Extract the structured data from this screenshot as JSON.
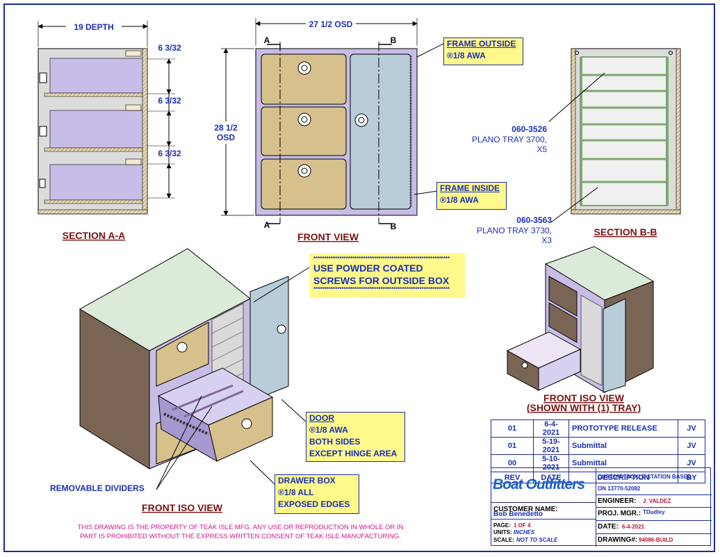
{
  "section_aa": {
    "title": "SECTION A-A",
    "depth_label": "19 DEPTH",
    "spacings": [
      "6 3/32",
      "6 3/32",
      "6 3/32"
    ]
  },
  "front_view": {
    "title": "FRONT VIEW",
    "width_label": "27 1/2 OSD",
    "height_label_1": "28 1/2",
    "height_label_2": "OSD",
    "cut_a": "A",
    "cut_b": "B"
  },
  "section_bb": {
    "title": "SECTION B-B",
    "tray1_part": "060-3526",
    "tray1_line1": "PLANO TRAY 3700,",
    "tray1_line2": "X5",
    "tray2_part": "060-3563",
    "tray2_line1": "PLANO TRAY 3730,",
    "tray2_line2": "X3"
  },
  "notes": {
    "frame_outside_title": "FRAME OUTSIDE",
    "frame_outside_spec": "®1/8 AWA",
    "frame_inside_title": "FRAME INSIDE",
    "frame_inside_spec": "®1/8 AWA",
    "powder_line1": "USE POWDER COATED",
    "powder_line2": "SCREWS FOR OUTSIDE BOX",
    "stars": "***************************************************************",
    "door_title": "DOOR",
    "door_line1": "®1/8 AWA",
    "door_line2": "BOTH SIDES",
    "door_line3": "EXCEPT HINGE AREA",
    "drawer_title": "DRAWER BOX",
    "drawer_line1": "®1/8 ALL",
    "drawer_line2": "EXPOSED EDGES",
    "dividers": "REMOVABLE DIVIDERS"
  },
  "front_iso": {
    "title": "FRONT ISO VIEW"
  },
  "front_iso_tray": {
    "title_line1": "FRONT ISO VIEW",
    "title_line2": "(SHOWN WITH (1) TRAY)"
  },
  "revisions": {
    "headers": [
      "REV",
      "DATE",
      "DESCRIPTION",
      "BY"
    ],
    "rows": [
      [
        "01",
        "6-4-2021",
        "PROTOTYPE RELEASE",
        "JV"
      ],
      [
        "01",
        "5-19-2021",
        "Submittal",
        "JV"
      ],
      [
        "00",
        "5-10-2021",
        "Submittal",
        "JV"
      ]
    ]
  },
  "title_block": {
    "logo": "Boat Outfitters",
    "project_line1": "CUSTOM TACKLE STATION BASED",
    "project_line2": "ON 13770-52082",
    "customer_label": "CUSTOMER NAME:",
    "customer_value": "Bob Benedetto",
    "engineer_label": "ENGINEER:",
    "engineer_value": "J. VALDEZ",
    "pm_label": "PROJ. MGR.:",
    "pm_value": "TDudley",
    "page_label": "PAGE:",
    "page_value": "1 OF 4",
    "units_label": "UNITS:",
    "units_value": "INCHES",
    "scale_label": "SCALE:",
    "scale_value": "NOT TO SCALE",
    "date_label": "DATE:",
    "date_value": "6-4-2021",
    "drawing_label": "DRAWING#:",
    "drawing_value": "94086-BUILD"
  },
  "disclaimer": {
    "line1": "THIS DRAWING IS THE PROPERTY OF TEAK ISLE MFG.  ANY USE OR REPRODUCTION IN WHOLE OR IN",
    "line2": "PART IS PROHIBITED WITHOUT THE EXPRESS WRITTEN CONSENT OF TEAK ISLE MANUFACTURING."
  },
  "colors": {
    "ink": "#1a2fb5",
    "title": "#7a1212",
    "note_fill": "#fff88a",
    "frame_purple": "#c7bde6",
    "drawer_tan": "#d6c08c",
    "door_blue": "#b8ccd9",
    "cabinet_brown": "#7a6555",
    "top_green": "#dcead9"
  }
}
